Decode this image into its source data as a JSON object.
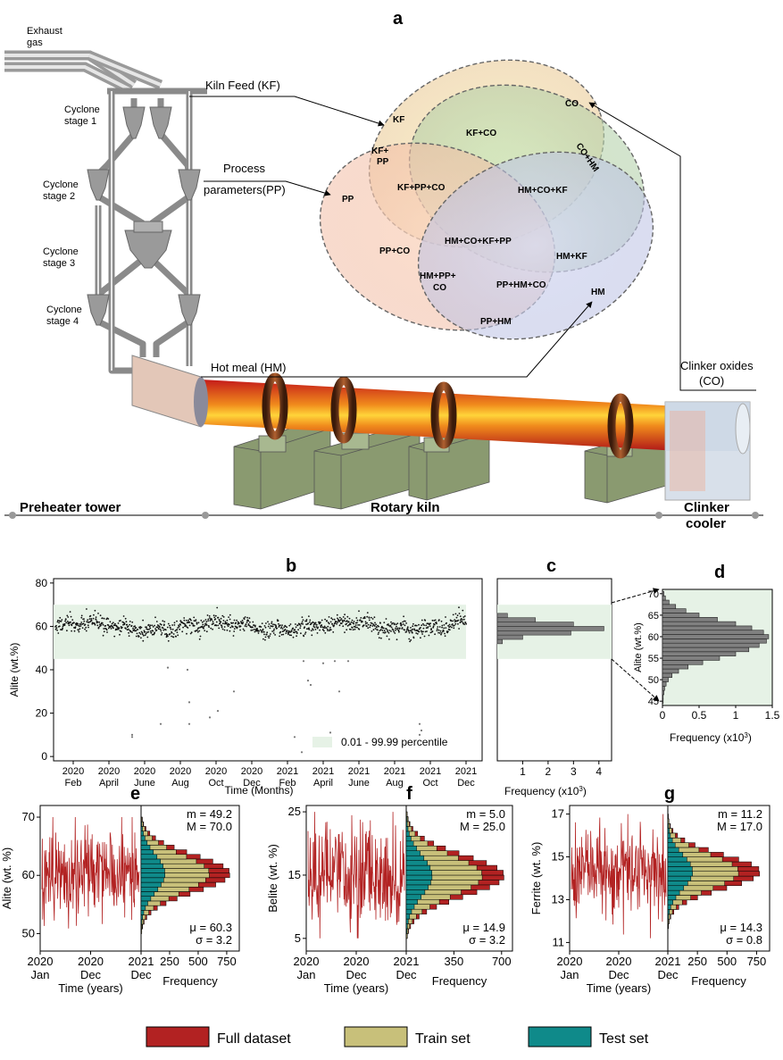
{
  "panel_a": {
    "letter": "a",
    "exhaust_gas": [
      "Exhaust",
      "gas"
    ],
    "cyclones": [
      [
        "Cyclone",
        "stage 1"
      ],
      [
        "Cyclone",
        "stage 2"
      ],
      [
        "Cyclone",
        "stage 3"
      ],
      [
        "Cyclone",
        "stage 4"
      ]
    ],
    "kiln_feed": "Kiln Feed (KF)",
    "process_params": [
      "Process",
      "parameters(PP)"
    ],
    "hot_meal": "Hot meal (HM)",
    "clinker_oxides": [
      "Clinker oxides",
      "(CO)"
    ],
    "sections": [
      "Preheater tower",
      "Rotary kiln",
      "Clinker",
      "cooler"
    ],
    "venn": {
      "KF": "KF",
      "CO": "CO",
      "PP": "PP",
      "HM": "HM",
      "KF_PP": [
        "KF+",
        "PP"
      ],
      "KF_CO": "KF+CO",
      "CO_HM": "CO+HM",
      "KF_PP_CO": "KF+PP+CO",
      "HM_CO_KF": "HM+CO+KF",
      "ALL": "HM+CO+KF+PP",
      "PP_CO": "PP+CO",
      "HM_KF": "HM+KF",
      "HM_PP_CO": [
        "HM+PP+",
        "CO"
      ],
      "PP_HM_CO": "PP+HM+CO",
      "PP_HM": "PP+HM"
    }
  },
  "panel_b": {
    "letter": "b",
    "ylabel": "Alite (wt.%)",
    "xlabel": "Time (Months)",
    "yticks": [
      "0",
      "20",
      "40",
      "60",
      "80"
    ],
    "xticks_year": [
      "2020",
      "2020",
      "2020",
      "2020",
      "2020",
      "2020",
      "2021",
      "2021",
      "2021",
      "2021",
      "2021",
      "2021"
    ],
    "xticks_month": [
      "Feb",
      "April",
      "June",
      "Aug",
      "Oct",
      "Dec",
      "Feb",
      "April",
      "June",
      "Aug",
      "Oct",
      "Dec"
    ],
    "legend": "0.01 - 99.99 percentile",
    "band": [
      45,
      70
    ]
  },
  "panel_c": {
    "letter": "c",
    "xlabel": "Frequency (x10",
    "xlabel_sup": "3",
    "xlabel_end": ")",
    "xticks": [
      "1",
      "2",
      "3",
      "4"
    ]
  },
  "panel_d": {
    "letter": "d",
    "ylabel": "Alite (wt.%)",
    "xlabel": "Frequency (x10",
    "xlabel_sup": "3",
    "xlabel_end": ")",
    "yticks": [
      "45",
      "50",
      "55",
      "60",
      "65",
      "70"
    ],
    "xticks": [
      "0",
      "0.5",
      "1",
      "1.5"
    ]
  },
  "panels_efg": [
    {
      "letter": "e",
      "ylabel": "Alite (wt. %)",
      "yticks": [
        "50",
        "60",
        "70"
      ],
      "stats_top": [
        "m = 49.2",
        "M = 70.0"
      ],
      "stats_bottom": [
        "μ = 60.3",
        "σ = 3.2"
      ],
      "freq_ticks": [
        "250",
        "500",
        "750"
      ],
      "xticks_year": [
        "2020",
        "2020",
        "2021"
      ],
      "xticks_month": [
        "Jan",
        "Dec",
        "Dec"
      ],
      "xlabel": "Time (years)",
      "freq_label": "Frequency"
    },
    {
      "letter": "f",
      "ylabel": "Belite (wt. %)",
      "yticks": [
        "5",
        "15",
        "25"
      ],
      "stats_top": [
        "m = 5.0",
        "M = 25.0"
      ],
      "stats_bottom": [
        "μ = 14.9",
        "σ = 3.2"
      ],
      "freq_ticks": [
        "350",
        "700"
      ],
      "xticks_year": [
        "2020",
        "2020",
        "2021"
      ],
      "xticks_month": [
        "Jan",
        "Dec",
        "Dec"
      ],
      "xlabel": "Time (years)",
      "freq_label": "Frequency"
    },
    {
      "letter": "g",
      "ylabel": "Ferrite (wt. %)",
      "yticks": [
        "11",
        "13",
        "15",
        "17"
      ],
      "stats_top": [
        "m = 11.2",
        "M = 17.0"
      ],
      "stats_bottom": [
        "μ = 14.3",
        "σ = 0.8"
      ],
      "freq_ticks": [
        "250",
        "500",
        "750"
      ],
      "xticks_year": [
        "2020",
        "2020",
        "2021"
      ],
      "xticks_month": [
        "Jan",
        "Dec",
        "Dec"
      ],
      "xlabel": "Time (years)",
      "freq_label": "Frequency"
    }
  ],
  "legend": [
    {
      "label": "Full dataset",
      "color": "#b22222"
    },
    {
      "label": "Train set",
      "color": "#c8c07a"
    },
    {
      "label": "Test set",
      "color": "#0f8a8a"
    }
  ],
  "colors": {
    "band": "#e6f2e6",
    "scatter": "#111111",
    "hist": "#808080",
    "red": "#b22222",
    "olive": "#c8c07a",
    "teal": "#0f8a8a"
  },
  "chart_data": [
    {
      "type": "scatter",
      "title": "b",
      "ylabel": "Alite (wt.%)",
      "xlabel": "Time (Months)",
      "ylim": [
        -2,
        82
      ],
      "x_range": [
        "2020-02",
        "2021-12"
      ],
      "series": [
        {
          "values_mean": 60,
          "values_sd": 3.2
        }
      ],
      "outliers_y": [
        10,
        15,
        15,
        25,
        18,
        30,
        21,
        41,
        40,
        44,
        43,
        44,
        35,
        33,
        30,
        9,
        2,
        9,
        11,
        10,
        15,
        12,
        44
      ]
    },
    {
      "type": "bar",
      "title": "c",
      "orientation": "horizontal",
      "categories": [
        53,
        55,
        57,
        59,
        61,
        63,
        65
      ],
      "values": [
        0.2,
        1.0,
        2.9,
        4.2,
        3.0,
        1.5,
        0.4
      ],
      "xlabel": "Frequency (x10^3)",
      "xlim": [
        0,
        4.5
      ]
    },
    {
      "type": "bar",
      "title": "d",
      "orientation": "horizontal",
      "categories": [
        45,
        46,
        47,
        48,
        49,
        50,
        51,
        52,
        53,
        54,
        55,
        56,
        57,
        58,
        59,
        60,
        61,
        62,
        63,
        64,
        65,
        66,
        67,
        68,
        69,
        70
      ],
      "values": [
        0.01,
        0.01,
        0.02,
        0.03,
        0.05,
        0.08,
        0.13,
        0.22,
        0.35,
        0.55,
        0.78,
        1.0,
        1.18,
        1.32,
        1.42,
        1.45,
        1.38,
        1.22,
        1.0,
        0.75,
        0.5,
        0.32,
        0.18,
        0.09,
        0.04,
        0.02
      ],
      "xlabel": "Frequency (x10^3)",
      "ylabel": "Alite (wt.%)",
      "xlim": [
        0,
        1.5
      ],
      "ylim": [
        44,
        71
      ]
    },
    {
      "type": "line",
      "title": "e",
      "ylabel": "Alite (wt. %)",
      "ylim": [
        47,
        72
      ],
      "stats": {
        "min": 49.2,
        "max": 70.0,
        "mean": 60.3,
        "sd": 3.2
      },
      "hist_full_peak": 780,
      "hist_train_peak": 600,
      "hist_test_peak": 210
    },
    {
      "type": "line",
      "title": "f",
      "ylabel": "Belite (wt. %)",
      "ylim": [
        3,
        26
      ],
      "stats": {
        "min": 5.0,
        "max": 25.0,
        "mean": 14.9,
        "sd": 3.2
      },
      "hist_full_peak": 720,
      "hist_train_peak": 560,
      "hist_test_peak": 190
    },
    {
      "type": "line",
      "title": "g",
      "ylabel": "Ferrite (wt. %)",
      "ylim": [
        10.6,
        17.4
      ],
      "stats": {
        "min": 11.2,
        "max": 17.0,
        "mean": 14.3,
        "sd": 0.8
      },
      "hist_full_peak": 780,
      "hist_train_peak": 600,
      "hist_test_peak": 210
    }
  ]
}
